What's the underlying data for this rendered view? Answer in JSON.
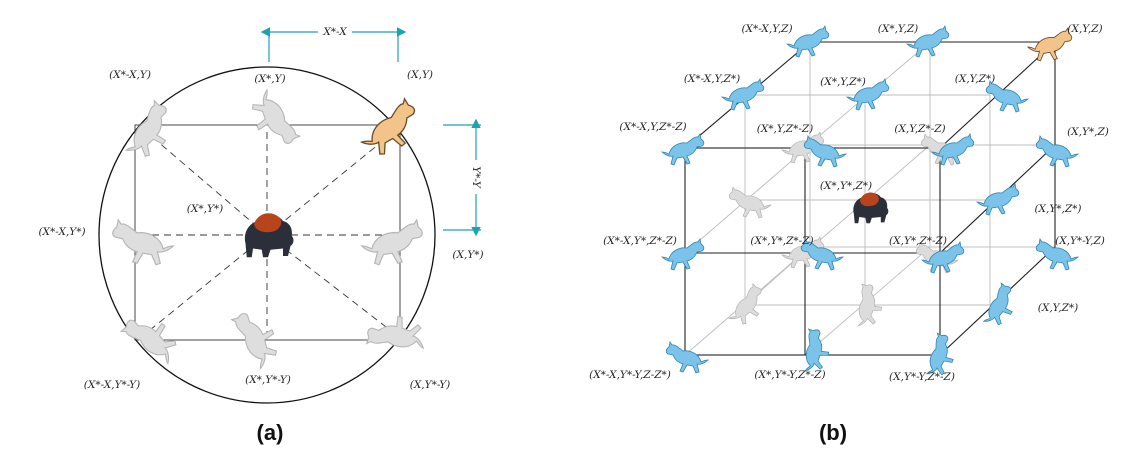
{
  "colors": {
    "arrow": "#1aa3b3",
    "wolf_gray": "#dcdcdc",
    "wolf_gray_edge": "#b8b8b8",
    "wolf_lead": "#f2c48a",
    "wolf_blue": "#7cc3ea",
    "wolf_blue_edge": "#2f86b8",
    "bison_body": "#2b2f3a",
    "bison_hump": "#b8441c"
  },
  "panel_a": {
    "caption": "(a)",
    "dim_x": "X*-X",
    "dim_y": "Y*-Y",
    "labels": {
      "top_left": "(X*-X,Y)",
      "top_mid": "(X*,Y)",
      "top_right": "(X,Y)",
      "center": "(X*,Y*)",
      "left_mid": "(X*-X,Y*)",
      "right_mid": "(X,Y*)",
      "bottom_left": "(X*-X,Y*-Y)",
      "bottom_mid": "(X*,Y*-Y)",
      "bottom_right": "(X,Y*-Y)"
    }
  },
  "panel_b": {
    "caption": "(b)",
    "labels": {
      "l1": "(X*-X,Y,Z)",
      "l2": "(X*,Y,Z)",
      "l3": "(X,Y,Z)",
      "l4": "(X*-X,Y,Z*)",
      "l5": "(X*,Y,Z*)",
      "l6": "(X,Y,Z*)",
      "l7": "(X*-X,Y,Z*-Z)",
      "l8": "(X*,Y,Z*-Z)",
      "l9": "(X,Y,Z*-Z)",
      "l10": "(X,Y*,Z)",
      "l11": "(X*,Y*,Z*)",
      "l12": "(X,Y*,Z*)",
      "l13": "(X*-X,Y*,Z*-Z)",
      "l14": "(X*,Y*,Z*-Z)",
      "l15": "(X,Y*,Z*-Z)",
      "l16": "(X,Y*-Y,Z)",
      "l17": "(X,Y,Z*)",
      "l18": "(X*-X,Y*-Y,Z-Z*)",
      "l19": "(X*,Y*-Y,Z*-Z)",
      "l20": "(X,Y*-Y,Z*-Z)"
    }
  }
}
